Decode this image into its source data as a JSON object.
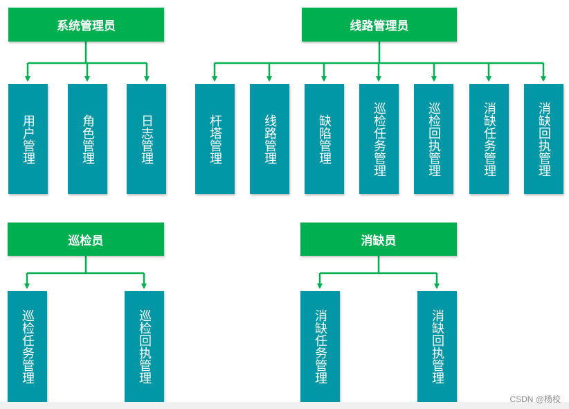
{
  "colors": {
    "role": "#00b050",
    "leaf": "#0197a6",
    "line": "#00b050"
  },
  "groups": [
    {
      "role": "系统管理员",
      "children": [
        "用户管理",
        "角色管理",
        "日志管理"
      ]
    },
    {
      "role": "线路管理员",
      "children": [
        "杆塔管理",
        "线路管理",
        "缺陷管理",
        "巡检任务管理",
        "巡检回执管理",
        "消缺任务管理",
        "消缺回执管理"
      ]
    },
    {
      "role": "巡检员",
      "children": [
        "巡检任务管理",
        "巡检回执管理"
      ]
    },
    {
      "role": "消缺员",
      "children": [
        "消缺任务管理",
        "消缺回执管理"
      ]
    }
  ],
  "watermark": "CSDN @杨校"
}
